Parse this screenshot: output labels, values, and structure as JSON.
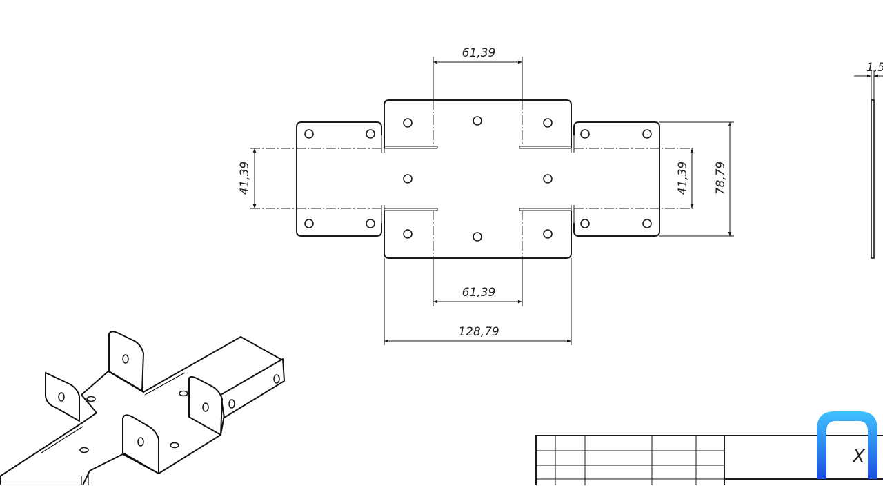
{
  "drawing": {
    "dimensions": {
      "top_width": "61,39",
      "bottom_width": "61,39",
      "overall_width": "128,79",
      "left_height": "41,39",
      "right_inner_height": "41,39",
      "right_overall_height": "78,79",
      "thickness": "1,5"
    },
    "title_block": {
      "partial_text": "X"
    },
    "colors": {
      "line": "#1a1a1a",
      "logo_gradient_top": "#3fc1ff",
      "logo_gradient_bottom": "#1c4fe0"
    },
    "logo": "overlay-logo-icon"
  }
}
